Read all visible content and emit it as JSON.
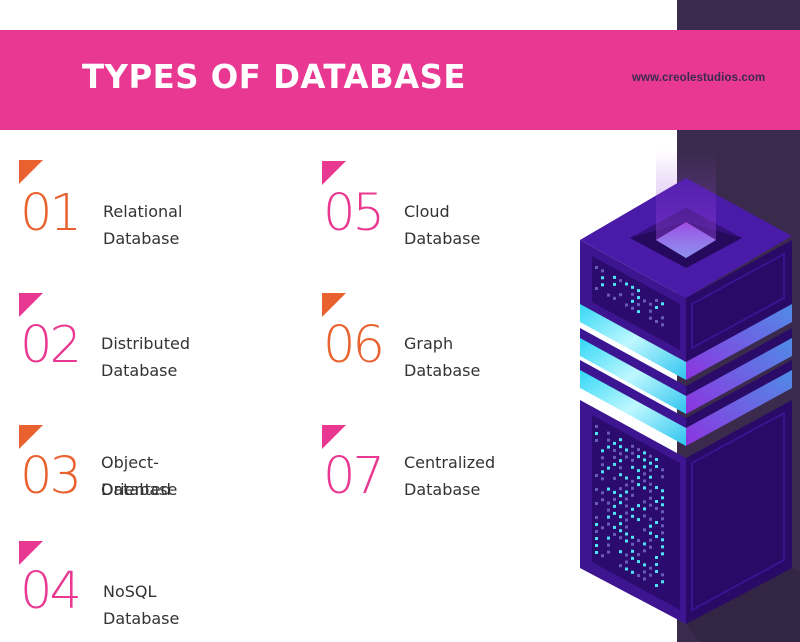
{
  "header": {
    "title": "TYPES OF DATABASE",
    "url": "www.creolestudios.com"
  },
  "colors": {
    "pink": "#e83892",
    "orange": "#e8612e",
    "dark": "#3a2b4d",
    "text": "#333333"
  },
  "items": [
    {
      "number": "01",
      "label": "Relational Database",
      "label_line2": "",
      "accent": "orange"
    },
    {
      "number": "02",
      "label": "Distributed Database",
      "label_line2": "",
      "accent": "pink"
    },
    {
      "number": "03",
      "label": "Object-Oriented",
      "label_line2": "Database",
      "accent": "orange"
    },
    {
      "number": "04",
      "label": "NoSQL Database",
      "label_line2": "",
      "accent": "pink"
    },
    {
      "number": "05",
      "label": "Cloud Database",
      "label_line2": "",
      "accent": "pink"
    },
    {
      "number": "06",
      "label": "Graph Database",
      "label_line2": "",
      "accent": "orange"
    },
    {
      "number": "07",
      "label": "Centralized",
      "label_line2": "Database",
      "accent": "pink"
    }
  ],
  "illustration": {
    "icon": "database-server-icon"
  }
}
